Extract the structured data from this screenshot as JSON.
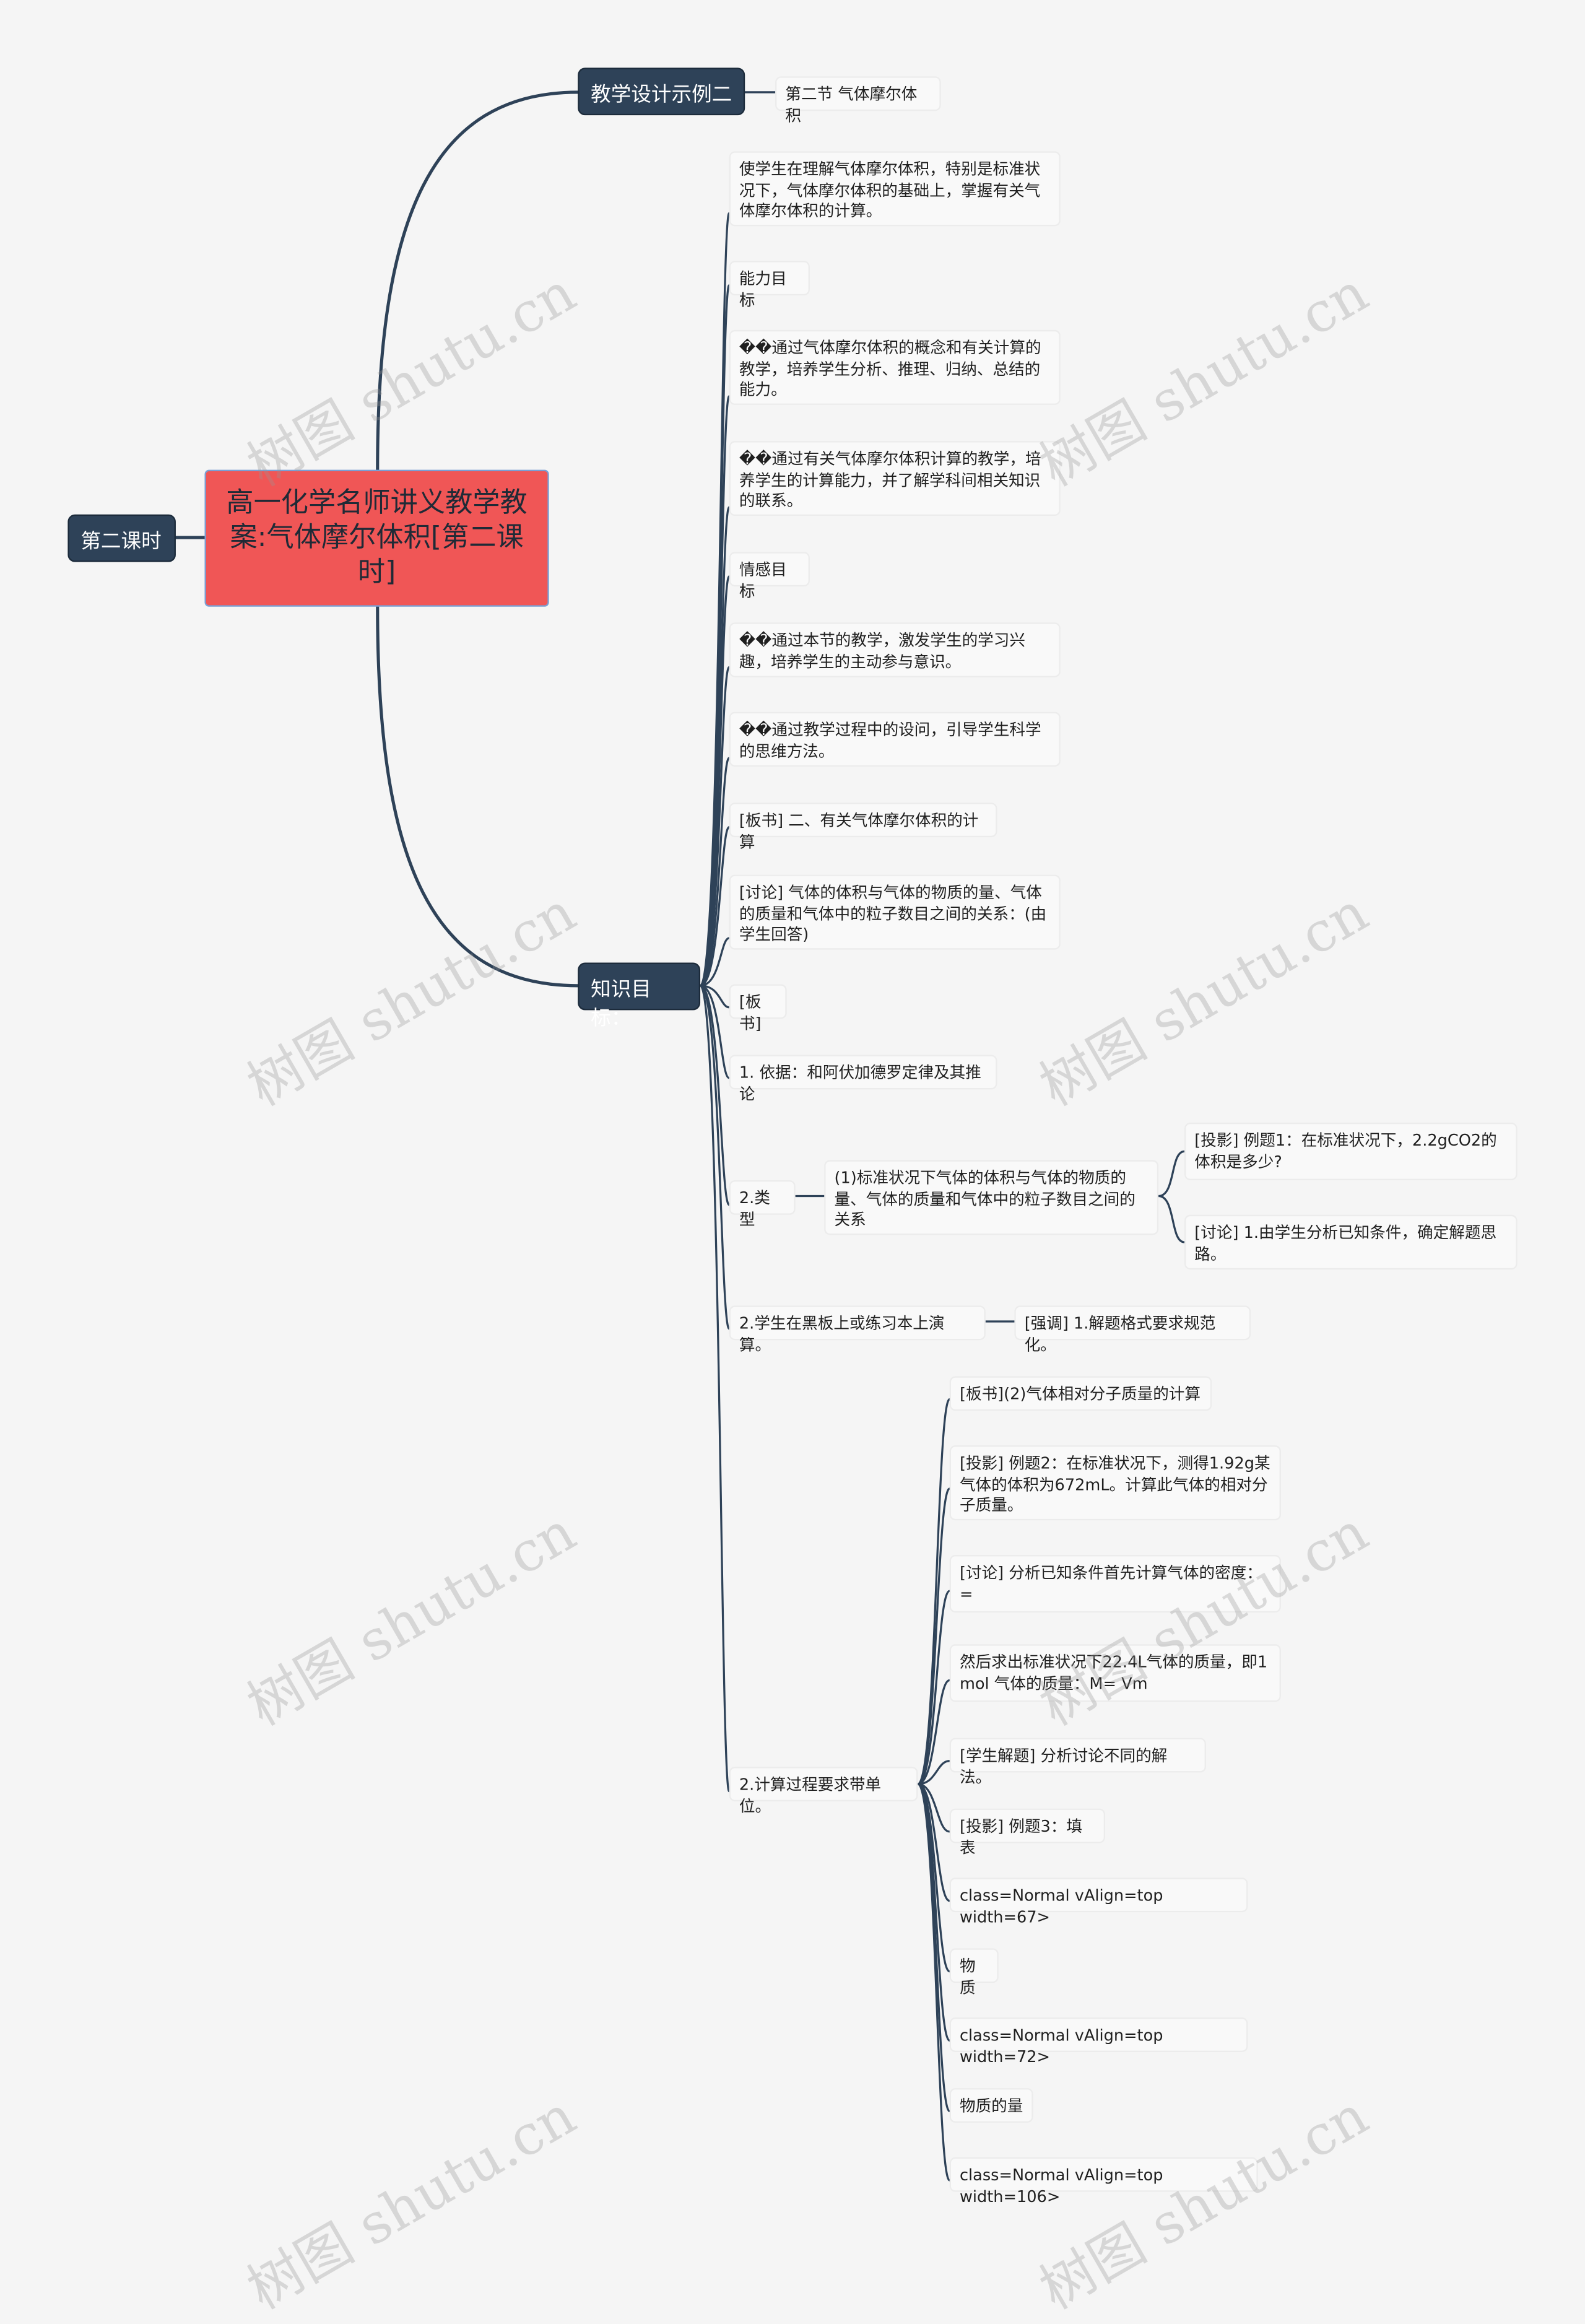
{
  "root": {
    "title": "高一化学名师讲义教学教案:气体摩尔体积[第二课时]"
  },
  "left": {
    "label": "第二课时"
  },
  "branch1": {
    "label": "教学设计示例二",
    "child": "第二节 气体摩尔体积"
  },
  "branch2": {
    "label": "知识目标：",
    "items": [
      "使学生在理解气体摩尔体积，特别是标准状况下，气体摩尔体积的基础上，掌握有关气体摩尔体积的计算。",
      "能力目标",
      "��通过气体摩尔体积的概念和有关计算的教学，培养学生分析、推理、归纳、总结的能力。",
      "��通过有关气体摩尔体积计算的教学，培养学生的计算能力，并了解学科间相关知识的联系。",
      "情感目标",
      "��通过本节的教学，激发学生的学习兴趣，培养学生的主动参与意识。",
      "��通过教学过程中的设问，引导学生科学的思维方法。",
      "[板书] 二、有关气体摩尔体积的计算",
      "[讨论] 气体的体积与气体的物质的量、气体的质量和气体中的粒子数目之间的关系：(由学生回答)",
      "[板书]",
      "1. 依据：和阿伏加德罗定律及其推论",
      "2.类型",
      "2.学生在黑板上或练习本上演算。",
      "2.计算过程要求带单位。"
    ],
    "type_child": "(1)标准状况下气体的体积与气体的物质的量、气体的质量和气体中的粒子数目之间的关系",
    "type_grandchildren": [
      "[投影] 例题1：在标准状况下，2.2gCO2的体积是多少?",
      "[讨论] 1.由学生分析已知条件，确定解题思路。"
    ],
    "blackboard_child": "[强调] 1.解题格式要求规范化。",
    "units_children": [
      "[板书](2)气体相对分子质量的计算",
      "[投影] 例题2：在标准状况下，测得1.92g某气体的体积为672mL。计算此气体的相对分子质量。",
      "[讨论] 分析已知条件首先计算气体的密度：=",
      "然后求出标准状况下22.4L气体的质量，即1 mol 气体的质量：M= Vm",
      "[学生解题] 分析讨论不同的解法。",
      "[投影] 例题3：填表",
      "class=Normal vAlign=top width=67>",
      "物质",
      "class=Normal vAlign=top width=72>",
      "物质的量",
      "class=Normal vAlign=top width=106>"
    ]
  },
  "watermark": "树图 shutu.cn",
  "colors": {
    "root": "#f05656",
    "branch": "#2e4258",
    "line": "#2e4258"
  }
}
